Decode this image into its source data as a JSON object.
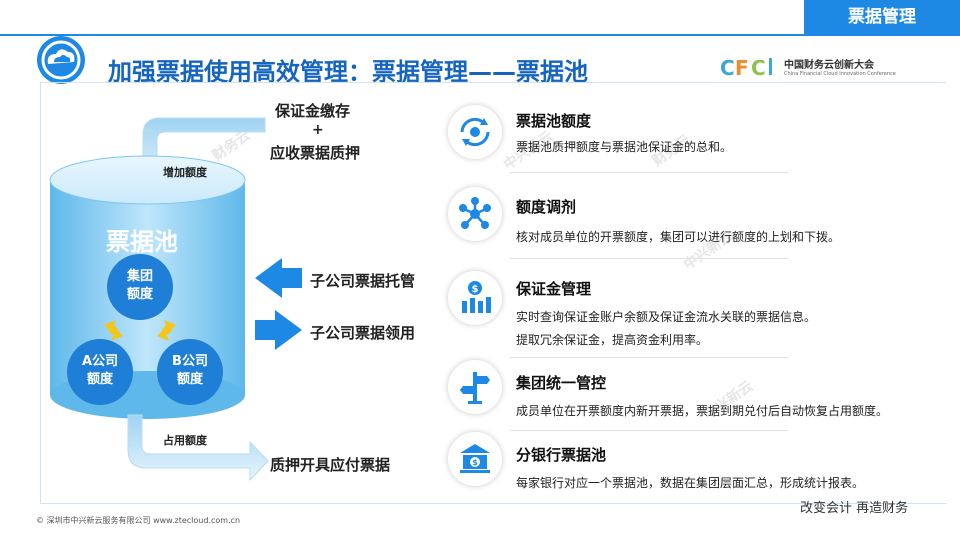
{
  "header": {
    "tag": "票据管理",
    "title": "加强票据使用高效管理：票据管理——票据池"
  },
  "brand": {
    "name": "中国财务云创新大会",
    "en": "China Financial Cloud Innovation Conference"
  },
  "pool": {
    "title": "票据池",
    "group_quota_line1": "集团",
    "group_quota_line2": "额度",
    "a_quota_line1": "A公司",
    "a_quota_line2": "额度",
    "b_quota_line1": "B公司",
    "b_quota_line2": "额度"
  },
  "flows": {
    "in_line1": "保证金缴存",
    "in_plus": "+",
    "in_line2": "应收票据质押",
    "increase": "增加额度",
    "custody": "子公司票据托管",
    "draw": "子公司票据领用",
    "occupy": "占用额度",
    "payable": "质押开具应付票据"
  },
  "items": [
    {
      "icon": "pool-quota-icon",
      "title": "票据池额度",
      "desc": [
        "票据池质押额度与票据池保证金的总和。"
      ]
    },
    {
      "icon": "network-icon",
      "title": "额度调剂",
      "desc": [
        "核对成员单位的开票额度，集团可以进行额度的上划和下拨。"
      ]
    },
    {
      "icon": "deposit-chart-icon",
      "title": "保证金管理",
      "desc": [
        "实时查询保证金账户余额及保证金流水关联的票据信息。",
        "提取冗余保证金，提高资金利用率。"
      ]
    },
    {
      "icon": "signpost-icon",
      "title": "集团统一管控",
      "desc": [
        "成员单位在开票额度内新开票据，票据到期兑付后自动恢复占用额度。"
      ]
    },
    {
      "icon": "bank-icon",
      "title": "分银行票据池",
      "desc": [
        "每家银行对应一个票据池，数据在集团层面汇总，形成统计报表。"
      ]
    }
  ],
  "footer": {
    "company": "© 深圳市中兴新云服务有限公司  www.ztecloud.com.cn",
    "slogan": "改变会计 再造财务"
  },
  "watermarks": {
    "a": "财务云",
    "b": "中兴新云"
  },
  "colors": {
    "accent": "#1e88e5",
    "title": "#1565c0",
    "pool": "#8fd3f4",
    "ball": "#1f7fd6",
    "arrow_yellow": "#f5c518"
  }
}
